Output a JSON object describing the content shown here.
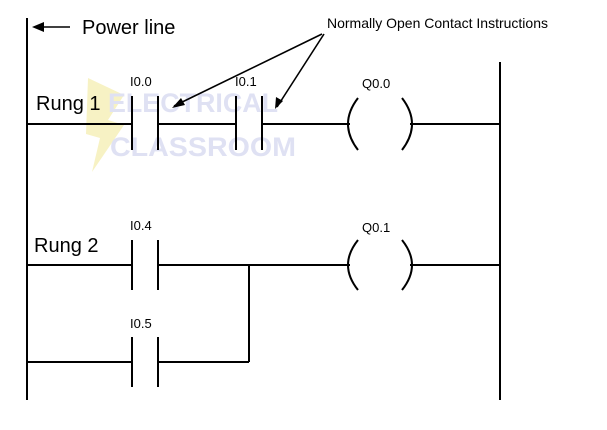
{
  "diagram": {
    "power_line_label": "Power line",
    "annotation": "Normally Open Contact Instructions",
    "watermark": {
      "line1": "ELECTRICAL",
      "line2": "CLASSROOM",
      "color": "#dfe1f3",
      "bolt_color": "#f7f2c4"
    },
    "rungs": [
      {
        "label": "Rung 1",
        "contacts": [
          "I0.0",
          "I0.1"
        ],
        "coil": "Q0.0"
      },
      {
        "label": "Rung 2",
        "contacts": [
          "I0.4"
        ],
        "parallel_contact": "I0.5",
        "coil": "Q0.1"
      }
    ]
  }
}
